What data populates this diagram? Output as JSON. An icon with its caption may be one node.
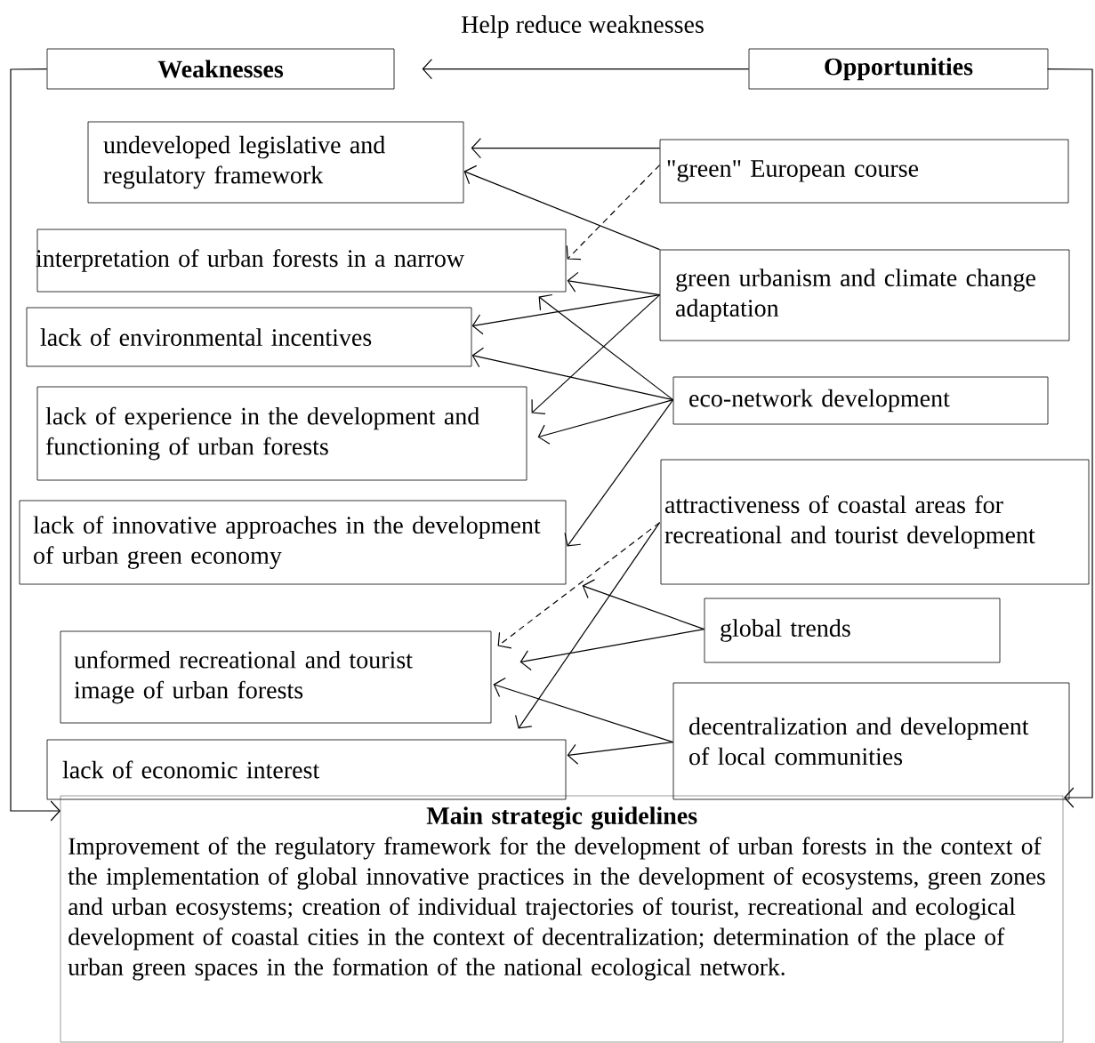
{
  "diagram": {
    "nodes": [
      {
        "text": [
          "Weaknesses"
        ]
      },
      {
        "text": [
          "Opportunities"
        ]
      },
      {
        "text": [
          "undeveloped legislative and regulatory framework"
        ]
      },
      {
        "text": [
          "interpretation of urban forests in a narrow"
        ]
      },
      {
        "text": [
          "lack of environmental incentives"
        ]
      },
      {
        "text": [
          "lack of experience in the development and functioning of urban forests"
        ]
      },
      {
        "text": [
          "lack of innovative approaches in the development of urban green economy"
        ]
      },
      {
        "text": [
          "unformed recreational and tourist image of urban forests"
        ]
      },
      {
        "text": [
          "lack of economic interest"
        ]
      },
      {
        "text": [
          "\"green\" European course"
        ]
      },
      {
        "text": [
          "green urbanism and climate change adaptation"
        ]
      },
      {
        "text": [
          "eco-network development"
        ]
      },
      {
        "text": [
          "attractiveness of coastal areas for recreational and tourist development"
        ]
      },
      {
        "text": [
          "global trends"
        ]
      },
      {
        "text": [
          "decentralization and development of local communities"
        ]
      },
      {
        "text": [
          "Main strategic guidelines",
          "Improvement of the regulatory framework for the development of urban forests in the context of the implementation of global innovative practices in the development of ecosystems, green zones and urban ecosystems; creation of individual trajectories of tourist, recreational and ecological development of coastal cities in the context of decentralization; determination of the place of urban green spaces in the formation of the national ecological network."
        ]
      }
    ],
    "edges": [
      {
        "from": 1,
        "to": 0,
        "arrow": "to",
        "label": "Help reduce weaknesses"
      },
      {
        "from": 0,
        "to": 15,
        "arrow": "to"
      },
      {
        "from": 1,
        "to": 15,
        "arrow": "to"
      },
      {
        "from": 9,
        "to": 2,
        "arrow": "to"
      },
      {
        "from": 9,
        "to": 3,
        "arrow": "to",
        "style": "dashed"
      },
      {
        "from": 10,
        "to": 2,
        "arrow": "to"
      },
      {
        "from": 10,
        "to": 3,
        "arrow": "to"
      },
      {
        "from": 10,
        "to": 4,
        "arrow": "to"
      },
      {
        "from": 10,
        "to": 5,
        "arrow": "to"
      },
      {
        "from": 11,
        "to": 3,
        "arrow": "to"
      },
      {
        "from": 11,
        "to": 4,
        "arrow": "to"
      },
      {
        "from": 11,
        "to": 5,
        "arrow": "to"
      },
      {
        "from": 11,
        "to": 6,
        "arrow": "to"
      },
      {
        "from": 12,
        "to": 7,
        "arrow": "to",
        "style": "dashed"
      },
      {
        "from": 12,
        "to": 8,
        "arrow": "to"
      },
      {
        "from": 13,
        "to": 6,
        "arrow": "to"
      },
      {
        "from": 13,
        "to": 7,
        "arrow": "to"
      },
      {
        "from": 14,
        "to": 7,
        "arrow": "to"
      },
      {
        "from": 14,
        "to": 8,
        "arrow": "to"
      }
    ]
  }
}
